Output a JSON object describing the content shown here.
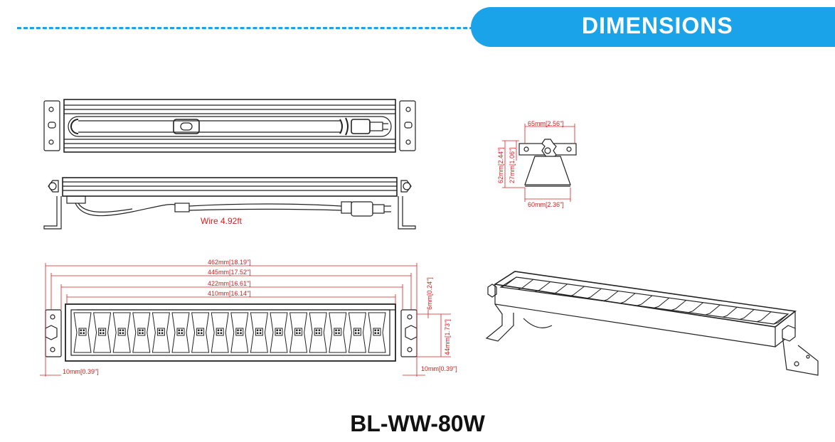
{
  "header": {
    "title": "DIMENSIONS"
  },
  "model": "BL-WW-80W",
  "side_view": {
    "wire_label": "Wire 4.92ft"
  },
  "end_view": {
    "w_top": "65mm[2.56\"]",
    "h_total": "62mm[2.44\"]",
    "h_mid": "27mm[1.06\"]",
    "w_base": "60mm[2.36\"]"
  },
  "front_view": {
    "d1": "462mm[18.19\"]",
    "d2": "445mm[17.52\"]",
    "d3": "422mm[16.61\"]",
    "d4": "410mm[16.14\"]",
    "d5": "6mm[0.24\"]",
    "d6": "44mm[1.73\"]",
    "d7": "10mm[0.39\"]",
    "d8": "10mm[0.39\"]"
  },
  "colors": {
    "accent": "#1ba3e9",
    "dimension": "#d42020"
  }
}
